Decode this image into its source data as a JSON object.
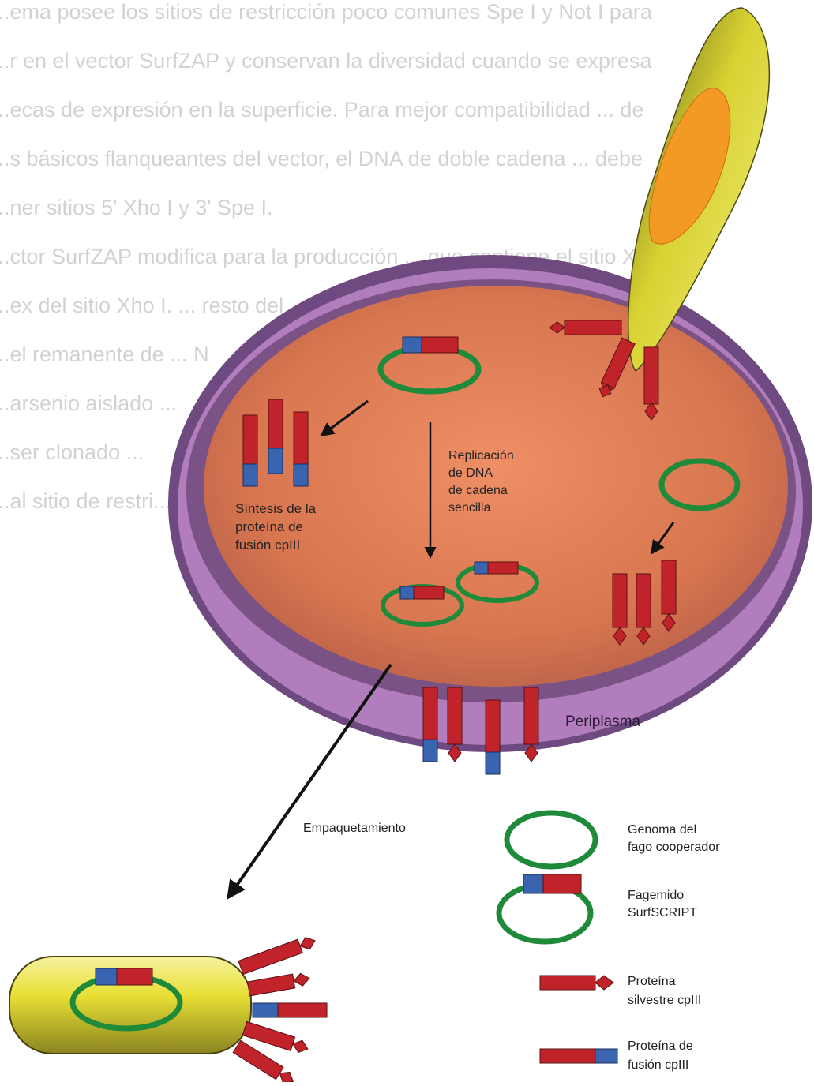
{
  "background_text": [
    "...ema posee los sitios de restricción poco comunes Spe I y Not I para",
    "...r en el vector SurfZAP y conservan la diversidad cuando se expresa",
    "...ecas de expresión en la superficie. Para mejor compatibilidad ... de",
    "...s básicos flanqueantes del vector, el DNA de doble cadena ... debe",
    "...ner sitios 5' Xho I y 3' Spe I.",
    "...ctor SurfZAP modifica para la producción ... que contiene el sitio Xba I ...",
    "...ex del sitio Xho I. ... resto del",
    "...el remanente de ... N",
    "...arsenio aislado ...",
    "...ser clonado ...",
    "...al sitio de restri..."
  ],
  "labels": {
    "synthesis": [
      "Síntesis de la",
      "proteína de",
      "fusión cpIII"
    ],
    "replication": [
      "Replicación",
      "de DNA",
      "de cadena",
      "sencilla"
    ],
    "periplasm": "Periplasma",
    "packaging": "Empaquetamiento"
  },
  "legend": [
    {
      "icon": "helper-phage-genome-icon",
      "lines": [
        "Genoma del",
        "fago cooperador"
      ]
    },
    {
      "icon": "phagemid-icon",
      "lines": [
        "Fagemido",
        "SurfSCRIPT"
      ]
    },
    {
      "icon": "wild-protein-icon",
      "lines": [
        "Proteína",
        "silvestre cpIII"
      ]
    },
    {
      "icon": "fusion-protein-icon",
      "lines": [
        "Proteína de",
        "fusión cpIII"
      ]
    }
  ],
  "colors": {
    "cell_inner": "#e07a55",
    "cell_membrane": "#8a5a9a",
    "periplasm": "#b67fc0",
    "dna_ring": "#1e8a3a",
    "protein_red": "#c1232a",
    "protein_blue": "#3a63b0",
    "phage_yellow": "#e6e030",
    "phage_orange": "#f29a24"
  }
}
